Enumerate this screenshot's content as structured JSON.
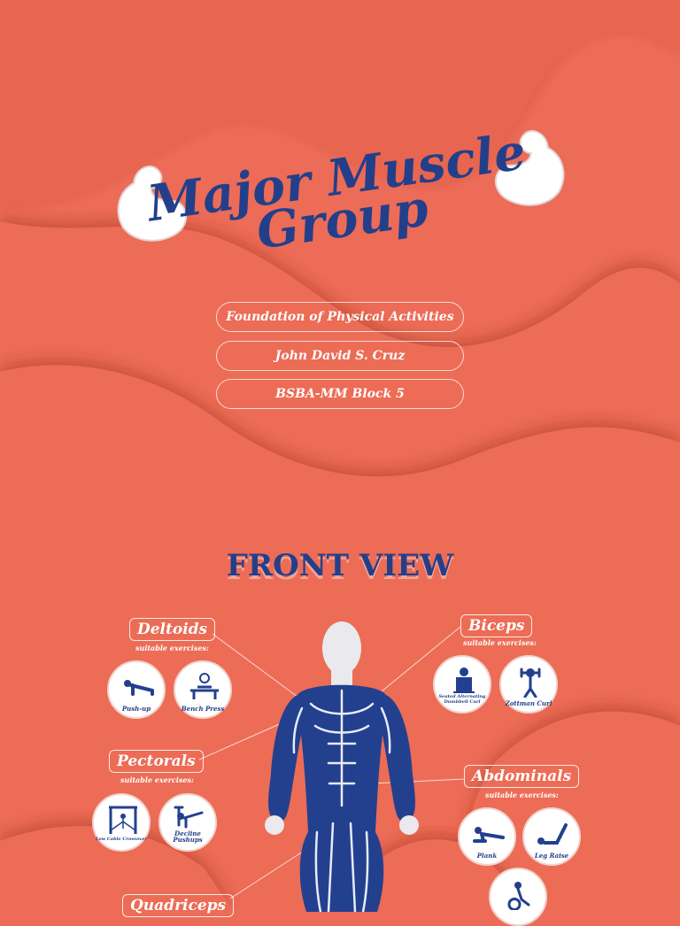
{
  "title": {
    "line1": "Major Muscle",
    "line2": "Group"
  },
  "info_pills": [
    "Foundation of Physical Activities",
    "John David S. Cruz",
    "BSBA-MM Block 5"
  ],
  "section_heading": "FRONT VIEW",
  "subtitle": "suitable exercises:",
  "muscles": {
    "deltoids": {
      "label": "Deltoids",
      "exercises": [
        "Push-up",
        "Bench Press"
      ]
    },
    "biceps": {
      "label": "Biceps",
      "exercises": [
        "Seated Alternating Dumbbell Curl",
        "Zottman Curl"
      ]
    },
    "pectorals": {
      "label": "Pectorals",
      "exercises": [
        "Low Cable Crossover",
        "Decline Pushups"
      ]
    },
    "abdominals": {
      "label": "Abdominals",
      "exercises": [
        "Plank",
        "Leg Raise"
      ]
    },
    "quadriceps": {
      "label": "Quadriceps"
    }
  },
  "colors": {
    "background": "#ec6c57",
    "wave_dark": "#d9573f",
    "title_blue": "#233f8a",
    "muscle_blue": "#23408f",
    "white": "#ffffff"
  },
  "icons": [
    "flexed-arm-icon",
    "push-up-icon",
    "bench-press-icon",
    "dumbbell-curl-icon",
    "zottman-curl-icon",
    "cable-crossover-icon",
    "decline-pushup-icon",
    "plank-icon",
    "leg-raise-icon",
    "exercise-icon"
  ]
}
